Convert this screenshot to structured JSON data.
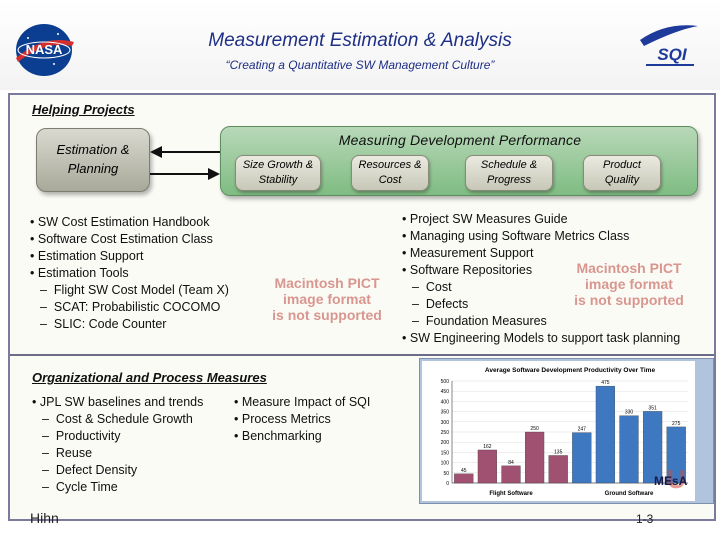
{
  "header": {
    "title": "Measurement Estimation & Analysis",
    "subtitle": "“Creating a Quantitative SW Management Culture”"
  },
  "logos": {
    "left": "NASA",
    "right": "SQI"
  },
  "helping": {
    "label": "Helping Projects",
    "estimation_box": "Estimation & Planning",
    "mdp_title": "Measuring Development Performance",
    "pills": [
      "Size Growth & Stability",
      "Resources & Cost",
      "Schedule & Progress",
      "Product Quality"
    ],
    "left_bullets": [
      {
        "t": "b",
        "text": "SW Cost Estimation Handbook"
      },
      {
        "t": "b",
        "text": "Software Cost Estimation Class"
      },
      {
        "t": "b",
        "text": "Estimation Support"
      },
      {
        "t": "b",
        "text": "Estimation Tools"
      },
      {
        "t": "s",
        "text": "Flight SW Cost Model (Team X)"
      },
      {
        "t": "s",
        "text": "SCAT: Probabilistic COCOMO"
      },
      {
        "t": "s",
        "text": "SLIC: Code Counter"
      }
    ],
    "right_bullets": [
      {
        "t": "b",
        "text": "Project SW Measures Guide"
      },
      {
        "t": "b",
        "text": "Managing using Software Metrics Class"
      },
      {
        "t": "b",
        "text": "Measurement Support"
      },
      {
        "t": "b",
        "text": "Software Repositories"
      },
      {
        "t": "s",
        "text": "Cost"
      },
      {
        "t": "s",
        "text": "Defects"
      },
      {
        "t": "s",
        "text": "Foundation Measures"
      },
      {
        "t": "b",
        "text": "SW Engineering Models to support task planning"
      }
    ],
    "pict_notice": [
      "Macintosh PICT",
      "image format",
      "is not supported"
    ]
  },
  "org": {
    "label": "Organizational and Process Measures",
    "col1": [
      {
        "t": "b",
        "text": "JPL SW baselines and trends"
      },
      {
        "t": "s",
        "text": "Cost & Schedule Growth"
      },
      {
        "t": "s",
        "text": "Productivity"
      },
      {
        "t": "s",
        "text": "Reuse"
      },
      {
        "t": "s",
        "text": "Defect Density"
      },
      {
        "t": "s",
        "text": "Cycle Time"
      }
    ],
    "col2": [
      {
        "t": "b",
        "text": "Measure Impact of SQI"
      },
      {
        "t": "b",
        "text": "Process Metrics"
      },
      {
        "t": "b",
        "text": "Benchmarking"
      }
    ]
  },
  "chart_data": {
    "type": "bar",
    "title": "Average Software Development Productivity Over Time",
    "ylim": [
      0,
      500
    ],
    "y_ticks": [
      0,
      50,
      100,
      150,
      200,
      250,
      300,
      350,
      400,
      450,
      500
    ],
    "groups": [
      "Flight Software",
      "Ground Software"
    ],
    "values": [
      45,
      162,
      84,
      250,
      135,
      247,
      475,
      330,
      351,
      275
    ],
    "colors": [
      "#a05070",
      "#a05070",
      "#a05070",
      "#a05070",
      "#a05070",
      "#3d78c0",
      "#3d78c0",
      "#3d78c0",
      "#3d78c0",
      "#3d78c0"
    ],
    "grid": true
  },
  "footer": {
    "author": "Hihn",
    "page": "1-3",
    "brand": "MEsA"
  }
}
